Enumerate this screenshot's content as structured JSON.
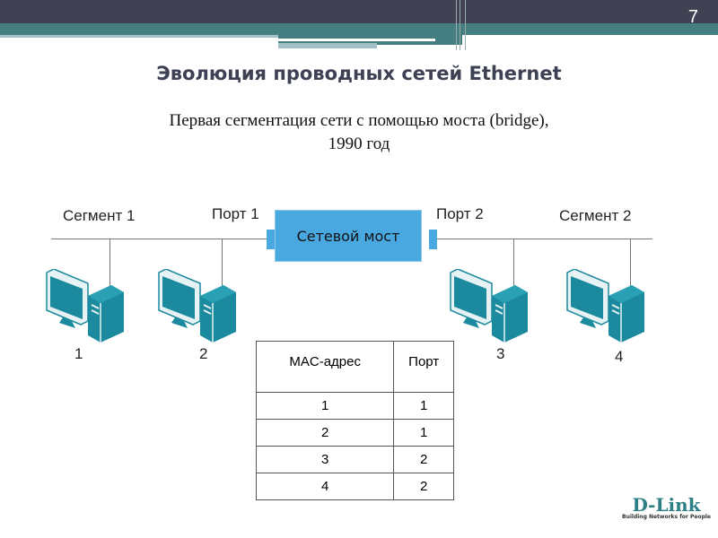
{
  "slide": {
    "number": "7",
    "title": "Эволюция проводных сетей Ethernet",
    "subtitle_line1": "Первая сегментация сети с помощью моста (bridge),",
    "subtitle_line2": "1990 год"
  },
  "diagram": {
    "segment1": "Сегмент 1",
    "segment2": "Сегмент 2",
    "port1": "Порт 1",
    "port2": "Порт 2",
    "bridge": "Сетевой мост",
    "computers": [
      "1",
      "2",
      "3",
      "4"
    ]
  },
  "table": {
    "headers": [
      "MAC-адрес",
      "Порт"
    ],
    "rows": [
      [
        "1",
        "1"
      ],
      [
        "2",
        "1"
      ],
      [
        "3",
        "2"
      ],
      [
        "4",
        "2"
      ]
    ]
  },
  "logo": {
    "name": "D-Link",
    "tagline": "Building Networks for People"
  },
  "colors": {
    "header": "#404254",
    "accent": "#447e80",
    "bridge": "#4aa8e0",
    "computer": "#1b8a9e"
  }
}
